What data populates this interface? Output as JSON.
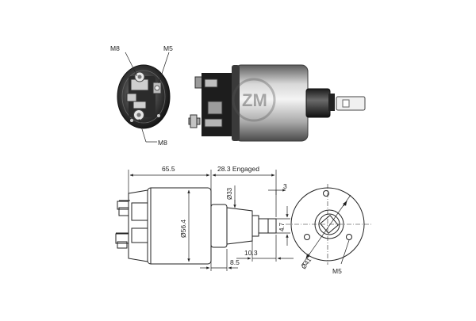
{
  "photos": {
    "end_view_labels": {
      "m8_top": "M8",
      "m5_top": "M5",
      "m8_bottom": "M8"
    },
    "side_view_label": "ZM"
  },
  "drawing": {
    "dimensions": {
      "body_length": "65.5",
      "engaged_stroke": "28.3 Engaged",
      "body_diameter": "Ø56.4",
      "nose_diameter": "Ø33",
      "tab_offset": "3",
      "tab_width": "4.7",
      "tab_length": "10.3",
      "flange_width": "8.5",
      "bolt_circle": "Ø41",
      "thread_size": "M5"
    }
  }
}
